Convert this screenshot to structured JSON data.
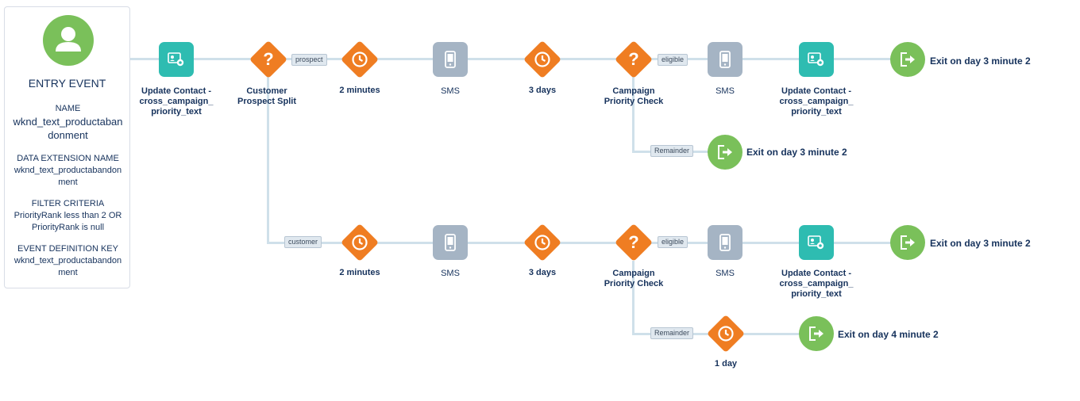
{
  "entry": {
    "title": "ENTRY EVENT",
    "name_label": "NAME",
    "name_value_1": "wknd_text_productaban",
    "name_value_2": "donment",
    "de_label": "DATA EXTENSION NAME",
    "de_value_1": "wknd_text_productabandon",
    "de_value_2": "ment",
    "filter_label": "FILTER CRITERIA",
    "filter_value_1": "PriorityRank less than 2 OR",
    "filter_value_2": "PriorityRank is null",
    "edk_label": "EVENT DEFINITION KEY",
    "edk_value_1": "wknd_text_productabandon",
    "edk_value_2": "ment",
    "avatar_icon": "person-icon"
  },
  "paths": {
    "prospect": "prospect",
    "customer": "customer",
    "eligible": "eligible",
    "remainder": "Remainder"
  },
  "nodes": {
    "update_contact_1": [
      "Update Contact -",
      "cross_campaign_",
      "priority_text"
    ],
    "split": [
      "Customer",
      "Prospect Split"
    ],
    "wait_2min": "2 minutes",
    "sms": "SMS",
    "wait_3days": "3 days",
    "priority_check": [
      "Campaign",
      "Priority Check"
    ],
    "update_contact_2": [
      "Update Contact -",
      "cross_campaign_",
      "priority_text"
    ],
    "wait_1day": "1 day"
  },
  "exits": {
    "top": "Exit on day 3 minute 2",
    "remainder_top": "Exit on day 3 minute 2",
    "bottom": "Exit on day 3 minute 2",
    "remainder_bottom": "Exit on day 4 minute 2"
  },
  "colors": {
    "update_contact": "#2ebcb1",
    "decision": "#ef7d22",
    "sms": "#a5b4c4",
    "exit": "#7ac05a",
    "connector": "#cfe0ea"
  }
}
